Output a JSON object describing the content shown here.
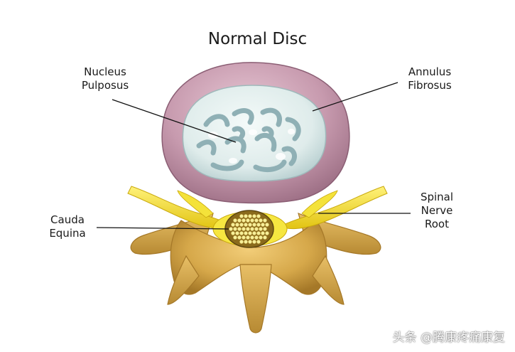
{
  "title": "Normal Disc",
  "labels": {
    "nucleus": [
      "Nucleus",
      "Pulposus"
    ],
    "annulus": [
      "Annulus",
      "Fibrosus"
    ],
    "cauda": [
      "Cauda",
      "Equina"
    ],
    "nerve": [
      "Spinal",
      "Nerve",
      "Root"
    ]
  },
  "watermark": "头条 @腾康疼痛康复",
  "colors": {
    "annulus": "#c79aae",
    "nucleus": "#dfeceb",
    "nucleus_streak": "#8fb0b5",
    "nerve": "#f0dc1c",
    "bone": "#d6a84a",
    "cauda": "#8a6a1c"
  }
}
